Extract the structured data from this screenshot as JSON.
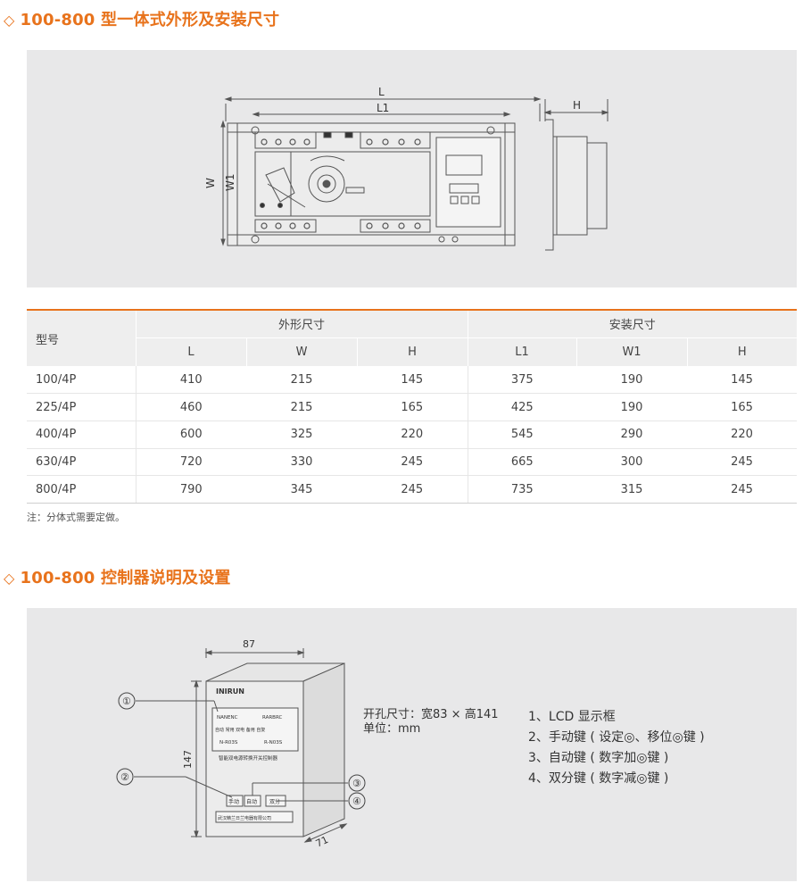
{
  "section1": {
    "marker": "◇",
    "title": "100-800 型一体式外形及安装尺寸"
  },
  "drawing1": {
    "labels": {
      "L": "L",
      "L1": "L1",
      "W": "W",
      "W1": "W1",
      "H": "H"
    }
  },
  "table": {
    "model_header": "型号",
    "group_outline": "外形尺寸",
    "group_install": "安装尺寸",
    "columns": [
      "L",
      "W",
      "H",
      "L1",
      "W1",
      "H"
    ],
    "rows": [
      {
        "model": "100/4P",
        "values": [
          "410",
          "215",
          "145",
          "375",
          "190",
          "145"
        ]
      },
      {
        "model": "225/4P",
        "values": [
          "460",
          "215",
          "165",
          "425",
          "190",
          "165"
        ]
      },
      {
        "model": "400/4P",
        "values": [
          "600",
          "325",
          "220",
          "545",
          "290",
          "220"
        ]
      },
      {
        "model": "630/4P",
        "values": [
          "720",
          "330",
          "245",
          "665",
          "300",
          "245"
        ]
      },
      {
        "model": "800/4P",
        "values": [
          "790",
          "345",
          "245",
          "735",
          "315",
          "245"
        ]
      }
    ]
  },
  "note": "注：分体式需要定做。",
  "section2": {
    "marker": "◇",
    "title": "100-800 控制器说明及设置"
  },
  "controller": {
    "dim_width": "87",
    "dim_height": "147",
    "dim_depth": "71",
    "brand": "INIRUN",
    "lcd_top_left": "NANENC",
    "lcd_top_right": "RARBRC",
    "lcd_mid": "自动  常用  双电  备用  自复",
    "lcd_bottom_left": "N-R03S",
    "lcd_bottom_right": "R-N03S",
    "panel_caption": "智能双电源转换开关控制器",
    "btn_manual": "手动",
    "btn_auto": "自动",
    "btn_double": "双分",
    "company": "武汉精兰日兰电器有限公司",
    "callouts": [
      "①",
      "②",
      "③",
      "④"
    ],
    "cutout": "开孔尺寸：宽83 × 高141",
    "unit": "单位：mm"
  },
  "instructions": [
    "1、LCD 显示框",
    "2、手动键 ( 设定◎、移位◎键 )",
    "3、自动键 ( 数字加◎键 )",
    "4、双分键 ( 数字减◎键 )"
  ]
}
